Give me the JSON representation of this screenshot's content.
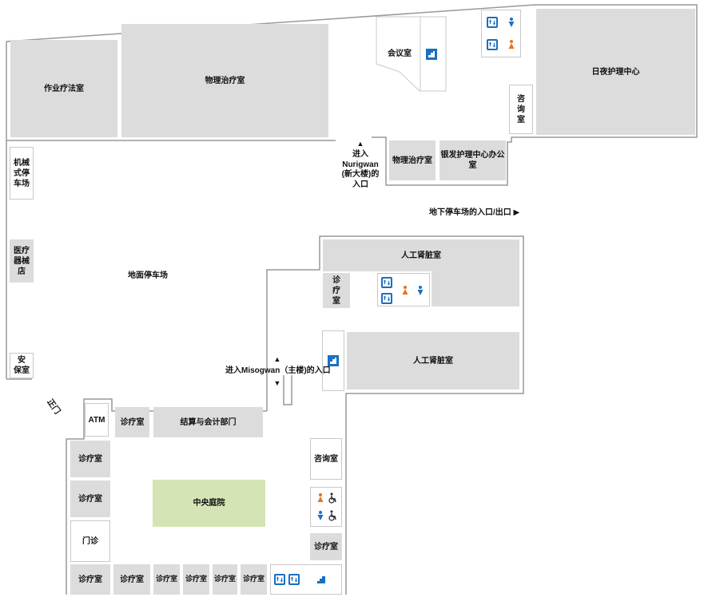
{
  "colors": {
    "room_fill": "#dcdcdc",
    "courtyard_fill": "#d5e4b4",
    "wall": "#999999",
    "icon_blue": "#1a6fc1",
    "icon_orange": "#e8731e"
  },
  "rooms": {
    "occupational_therapy": "作业疗法室",
    "physical_therapy_large": "物理治疗室",
    "meeting_room": "会议室",
    "day_night_care": "日夜护理中心",
    "consult_top": "咨\n询\n室",
    "physical_therapy_small": "物理治疗室",
    "senior_care_office": "银发护理中心办公室",
    "mechanical_parking": "机械\n式停\n车场",
    "medical_device_shop": "医疗\n器械\n店",
    "security_room": "安\n保室",
    "dialysis_upper": "人工肾脏室",
    "clinic_mid": "诊\n疗\n室",
    "dialysis_lower": "人工肾脏室",
    "atm": "ATM",
    "clinic_top_row": "诊疗室",
    "billing": "结算与会计部门",
    "consult_right": "咨询室",
    "courtyard": "中央庭院",
    "clinic_left_1": "诊疗室",
    "clinic_left_2": "诊疗室",
    "outpatient": "门诊",
    "clinic_bottom_right": "诊疗室",
    "clinic_bottom": [
      "诊疗室",
      "诊疗室",
      "诊疗室",
      "诊疗室",
      "诊疗室",
      "诊疗室"
    ]
  },
  "labels": {
    "nurigwan_entrance": "进入\nNurigwan\n(新大楼)的\n入口",
    "underground_parking": "地下停车场的入口/出口 ▶",
    "ground_parking": "地面停车场",
    "misogwan_entrance": "进入Misogwan（主楼)的入口",
    "main_gate": "正门"
  },
  "icons": {
    "elevator": "elevator-icon",
    "female": "female-restroom-icon",
    "male": "male-restroom-icon",
    "stairs": "stairs-icon",
    "accessible": "wheelchair-icon",
    "arrow_up": "arrow-up-icon",
    "arrow_down": "arrow-down-icon"
  }
}
